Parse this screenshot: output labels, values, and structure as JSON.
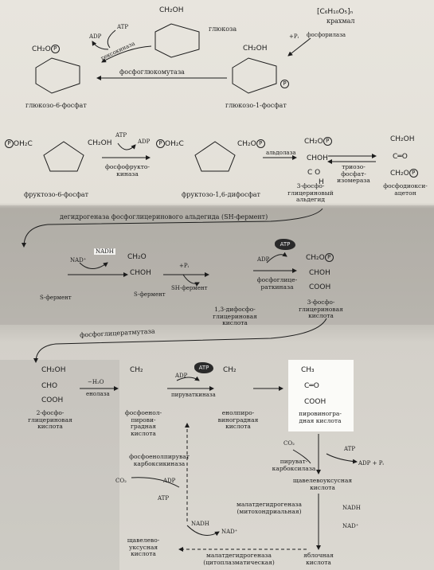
{
  "row1": {
    "glucose": {
      "top": "CH₂OH",
      "name": "глюкоза"
    },
    "hexokinase": {
      "atp": "ATP",
      "adp": "ADP",
      "enzyme": "гексокиназа"
    },
    "starch": {
      "formula": "[C₆H₁₀O₅]ₙ",
      "name": "крахмал",
      "pi": "+Pᵢ",
      "enzyme": "фосфорилаза"
    },
    "phosphoglucomutase": "фосфоглюкомутаза",
    "g6p": {
      "ring_top": "CH₂O",
      "p": "P",
      "name": "глюкозо-6-фосфат"
    },
    "g1p": {
      "ring_top": "CH₂OH",
      "p": "P",
      "name": "глюкозо-1-фосфат"
    }
  },
  "row2": {
    "f6p": {
      "left": "OH₂C",
      "right": "CH₂OH",
      "p": "P",
      "name": "фруктозо-6-фосфат"
    },
    "pfk": {
      "atp": "ATP",
      "adp": "ADP",
      "enzyme": "фосфофрукто-\nкиназа"
    },
    "f16p": {
      "left": "OH₂C",
      "right": "CH₂O",
      "p": "P",
      "name": "фруктозо-1,6-дифосфат"
    },
    "aldolase": "альдолаза",
    "gap": {
      "l3": "CH₂O",
      "l2": "CHOH",
      "l1": "C",
      "o": "O",
      "h": "H",
      "p": "P",
      "name": "3-фосфо-\nглицериновый\nальдегид"
    },
    "tpi": "триозо-\nфосфат-\nизомераза",
    "dhap": {
      "l3": "CH₂OH",
      "l2": "C═O",
      "l1": "CH₂O",
      "p": "P",
      "name": "фосфодиокси-\nацетон"
    }
  },
  "row3": {
    "dehydrogenase": "дегидрогеназа фосфоглицеринового альдегида (SH-фермент)",
    "thio": {
      "label": "S-фермент"
    },
    "nad": "NAD⁺",
    "nadh": "NADH",
    "acyl": {
      "l2": "CHOH",
      "l3": "CH₂O",
      "label": "S-фермент"
    },
    "pi": "+Pᵢ",
    "sh": "SH-фермент",
    "bpg": {
      "name": "1,3-дифосфо-\nглицериновая\nкислота"
    },
    "pgk": {
      "adp": "ADP",
      "atp": "ATP",
      "enzyme": "фосфоглице-\nраткиназа"
    },
    "pg3": {
      "l3": "CH₂O",
      "l2": "CHOH",
      "l1": "COOH",
      "p": "P",
      "name": "3-фосфо-\nглицериновая\nкислота"
    }
  },
  "row4": {
    "mutase": "фосфоглицератмутаза",
    "pg2": {
      "l1": "CH₂OH",
      "l2": "CHO",
      "l3": "COOH",
      "name": "2-фосфо-\nглицериновая\nкислота"
    },
    "enolase": {
      "water": "−H₂O",
      "enzyme": "енолаза"
    },
    "pep": {
      "top": "CH₂",
      "name": "фосфоенол-\nпирови-\nградная\nкислота"
    },
    "pk": {
      "adp": "ADP",
      "atp": "ATP",
      "enzyme": "пируваткиназа"
    },
    "enolpyr": {
      "top": "CH₂",
      "name": "енолпиро-\nвиноградная\nкислота"
    },
    "pyruvate": {
      "l3": "CH₃",
      "l2": "C═O",
      "l1": "COOH",
      "name": "пировиногра-\nдная кислота"
    }
  },
  "row5": {
    "pepck": {
      "enzyme": "фосфоенолпируват\nкарбоксикиназа",
      "co2": "CO₂",
      "adp": "ADP",
      "atp": "ATP"
    },
    "pc": {
      "co2": "CO₂",
      "atp": "ATP",
      "adp": "ADP + Pᵢ",
      "enzyme": "пируват-\nкарбоксилаза"
    },
    "oaa_mito": "щавелевоуксусная\nкислота",
    "mdh_mito": {
      "enzyme": "малатдегидрогеназа\n(митохондриальная)",
      "nadh": "NADH",
      "nad": "NAD⁺"
    },
    "malate": "яблочная\nкислота",
    "mdh_cyto": {
      "enzyme": "малатдегидрогеназа\n(цитоплазматическая)",
      "nadh": "NADH",
      "nad": "NAD⁺"
    },
    "oaa_cyto": "щавелево-\nуксусная\nкислота"
  },
  "colors": {
    "ink": "#1c1c1c",
    "band": "#a9a69f",
    "blob": "#2a2a2a"
  }
}
